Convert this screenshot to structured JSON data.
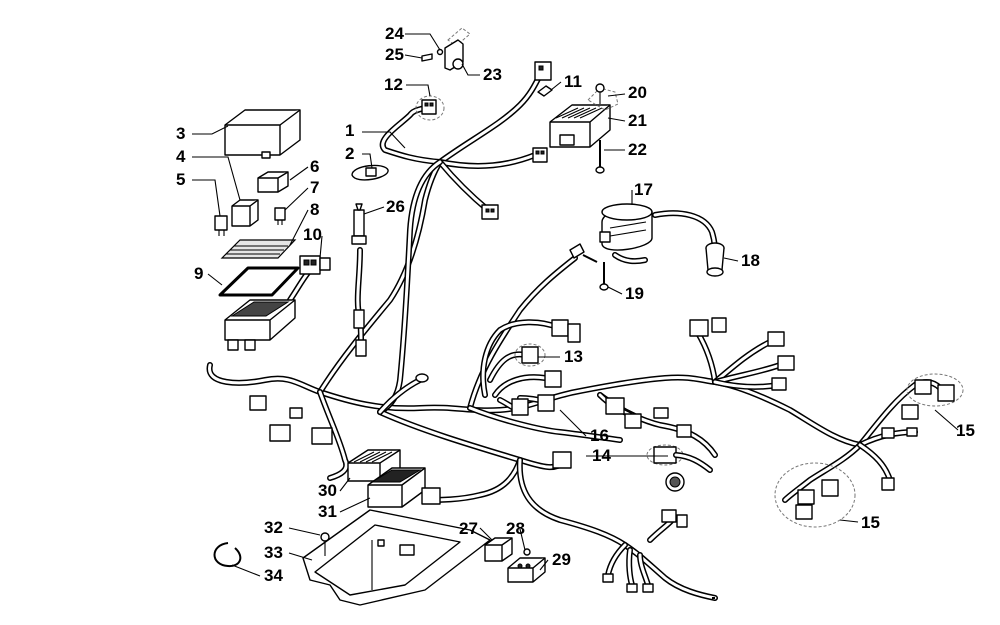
{
  "diagram": {
    "callouts": [
      {
        "id": "c1",
        "text": "1"
      },
      {
        "id": "c2",
        "text": "2"
      },
      {
        "id": "c3",
        "text": "3"
      },
      {
        "id": "c4",
        "text": "4"
      },
      {
        "id": "c5",
        "text": "5"
      },
      {
        "id": "c6",
        "text": "6"
      },
      {
        "id": "c7",
        "text": "7"
      },
      {
        "id": "c8",
        "text": "8"
      },
      {
        "id": "c9",
        "text": "9"
      },
      {
        "id": "c10",
        "text": "10"
      },
      {
        "id": "c11",
        "text": "11"
      },
      {
        "id": "c12",
        "text": "12"
      },
      {
        "id": "c13",
        "text": "13"
      },
      {
        "id": "c14",
        "text": "14"
      },
      {
        "id": "c15a",
        "text": "15"
      },
      {
        "id": "c15b",
        "text": "15"
      },
      {
        "id": "c16",
        "text": "16"
      },
      {
        "id": "c17",
        "text": "17"
      },
      {
        "id": "c18",
        "text": "18"
      },
      {
        "id": "c19",
        "text": "19"
      },
      {
        "id": "c20",
        "text": "20"
      },
      {
        "id": "c21",
        "text": "21"
      },
      {
        "id": "c22",
        "text": "22"
      },
      {
        "id": "c23",
        "text": "23"
      },
      {
        "id": "c24",
        "text": "24"
      },
      {
        "id": "c25",
        "text": "25"
      },
      {
        "id": "c26",
        "text": "26"
      },
      {
        "id": "c27",
        "text": "27"
      },
      {
        "id": "c28",
        "text": "28"
      },
      {
        "id": "c29",
        "text": "29"
      },
      {
        "id": "c30",
        "text": "30"
      },
      {
        "id": "c31",
        "text": "31"
      },
      {
        "id": "c32",
        "text": "32"
      },
      {
        "id": "c33",
        "text": "33"
      },
      {
        "id": "c34",
        "text": "34"
      }
    ]
  }
}
